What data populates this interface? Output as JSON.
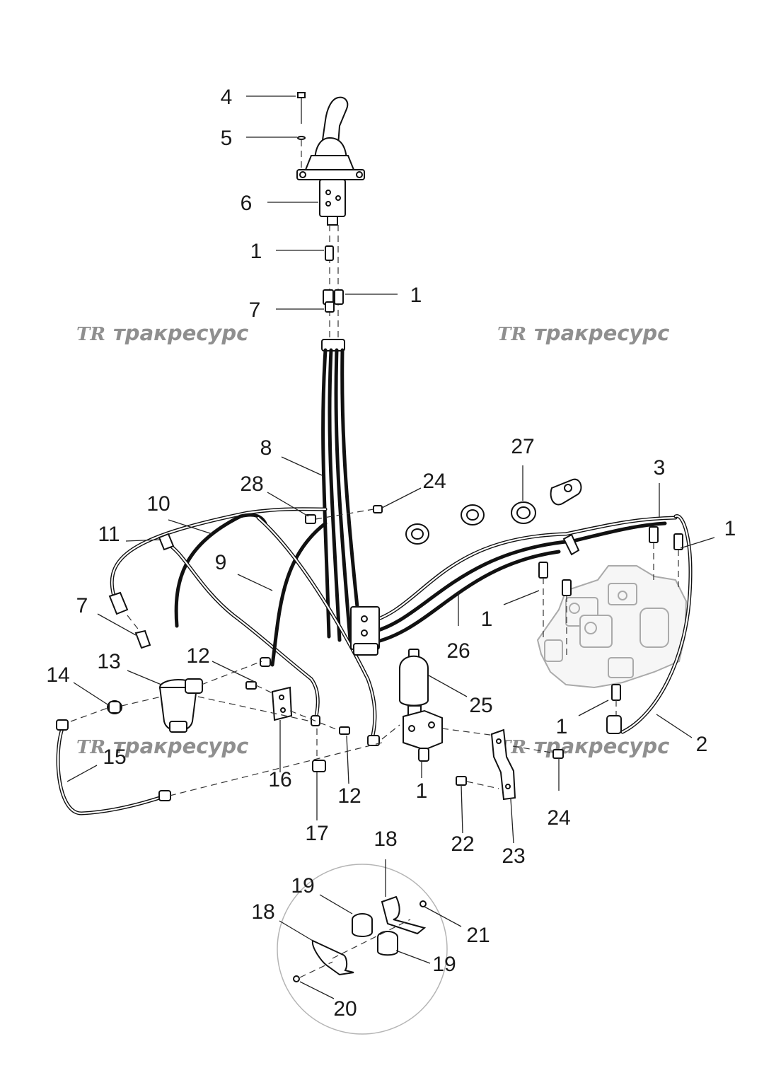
{
  "watermark": {
    "logo": "TR",
    "text": "тракресурс"
  },
  "callouts": {
    "c4": "4",
    "c5": "5",
    "c6": "6",
    "c1_a": "1",
    "c1_b": "1",
    "c7_a": "7",
    "c8": "8",
    "c28": "28",
    "c24_a": "24",
    "c27": "27",
    "c3": "3",
    "c1_c": "1",
    "c10": "10",
    "c11": "11",
    "c9": "9",
    "c7_b": "7",
    "c1_d": "1",
    "c26": "26",
    "c12_a": "12",
    "c13": "13",
    "c14": "14",
    "c25": "25",
    "c1_e": "1",
    "c2": "2",
    "c15": "15",
    "c16": "16",
    "c12_b": "12",
    "c1_f": "1",
    "c24_b": "24",
    "c17": "17",
    "c22": "22",
    "c23": "23",
    "c18_a": "18",
    "c19_a": "19",
    "c18_b": "18",
    "c21": "21",
    "c19_b": "19",
    "c20": "20"
  }
}
